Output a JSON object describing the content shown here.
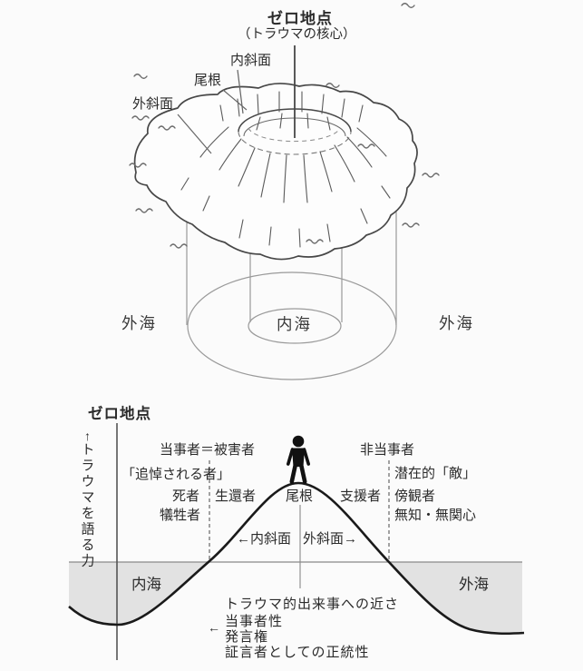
{
  "top_figure": {
    "title": "ゼロ地点",
    "subtitle": "（トラウマの核心）",
    "inner_slope": "内斜面",
    "ridge": "尾根",
    "outer_slope": "外斜面",
    "sea_outer_left": "外海",
    "sea_inner": "内海",
    "sea_outer_right": "外海"
  },
  "bottom_figure": {
    "zero_point": "ゼロ地点",
    "axis_arrow": "↑",
    "axis_label": "トラウマを語る力",
    "heading_party": "当事者＝被害者",
    "heading_nonparty": "非当事者",
    "mourned": "「追悼される者」",
    "dead": "死者",
    "survivor": "生還者",
    "ridge": "尾根",
    "supporter": "支援者",
    "victim": "犠牲者",
    "potential_enemy": "潜在的「敵」",
    "bystander": "傍観者",
    "ignorance": "無知・無関心",
    "inner_slope_arrow": "←内斜面",
    "outer_slope_arrow": "外斜面→",
    "sea_inner": "内海",
    "sea_outer": "外海",
    "legend_arrow": "←",
    "legend": [
      "トラウマ的出来事への近さ",
      "当事者性",
      "発言権",
      "証言者としての正統性"
    ]
  },
  "colors": {
    "ink": "#2b2b2b",
    "line_dark": "#474747",
    "line_guide": "#9a9a9a",
    "sea_fill": "#e2e2e2",
    "background": "#fbfbfb"
  }
}
